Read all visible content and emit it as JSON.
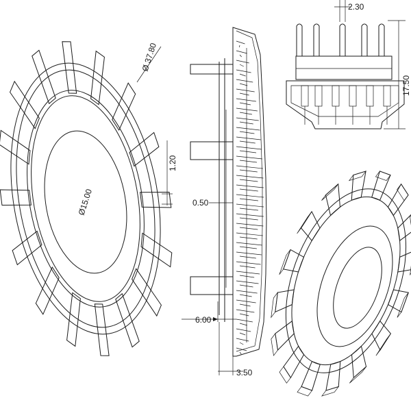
{
  "drawing": {
    "dimensions": {
      "outer_diameter": "Ø 37.80",
      "inner_diameter": "Ø15.00",
      "fin_thickness": "1.20",
      "pin_offset": "2.30",
      "total_height": "17.50",
      "step_gap": "0.50",
      "base_offset": "6.00",
      "flange_width": "3.50"
    }
  }
}
